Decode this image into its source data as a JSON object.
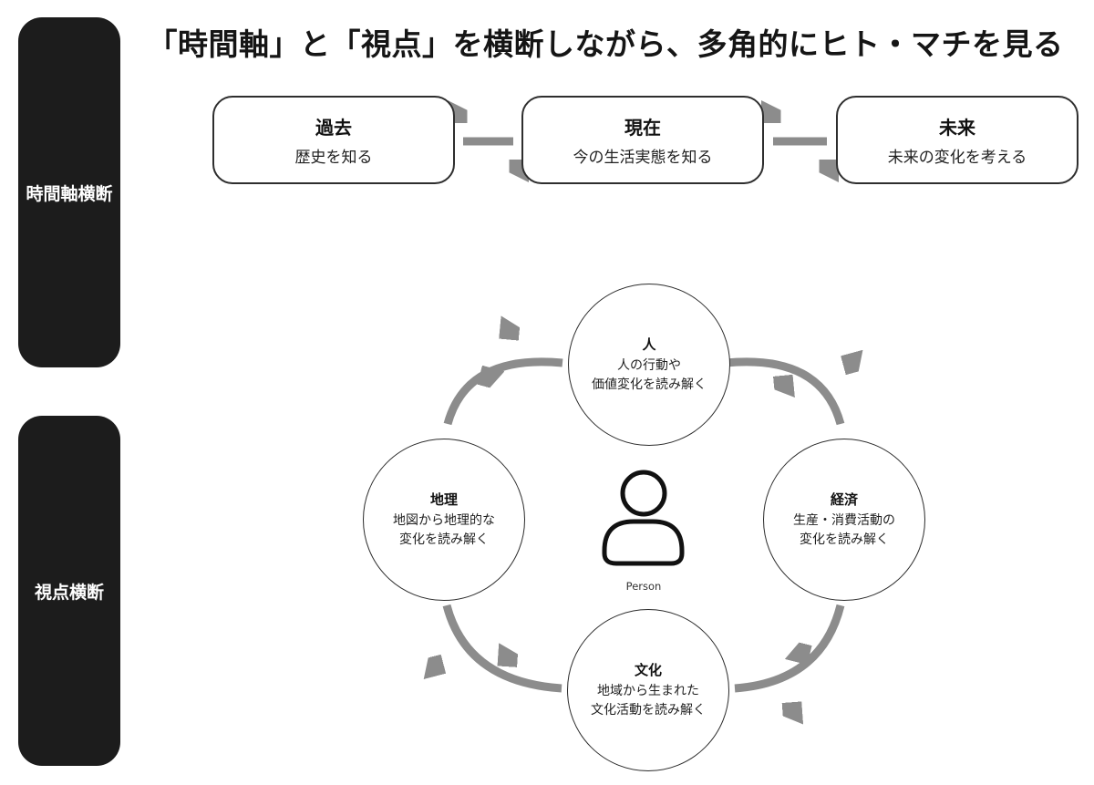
{
  "title": "「時間軸」と「視点」を横断しながら、多角的にヒト・マチを見る",
  "side_panels": {
    "time_axis": {
      "label": "時間軸横断"
    },
    "viewpoint": {
      "label": "視点横断"
    }
  },
  "timeline": {
    "boxes": [
      {
        "title": "過去",
        "subtitle": "歴史を知る"
      },
      {
        "title": "現在",
        "subtitle": "今の生活実態を知る"
      },
      {
        "title": "未来",
        "subtitle": "未来の変化を考える"
      }
    ]
  },
  "perspectives": {
    "center_label": "Person",
    "circles": [
      {
        "name": "人",
        "lines": [
          "人の行動や",
          "価値変化を読み解く"
        ]
      },
      {
        "name": "経済",
        "lines": [
          "生産・消費活動の",
          "変化を読み解く"
        ]
      },
      {
        "name": "文化",
        "lines": [
          "地域から生まれた",
          "文化活動を読み解く"
        ]
      },
      {
        "name": "地理",
        "lines": [
          "地図から地理的な",
          "変化を読み解く"
        ]
      }
    ]
  },
  "colors": {
    "arrow": "#8c8c8c",
    "panel_bg": "#1c1c1c",
    "outline": "#2e2e2e",
    "background": "#ffffff"
  }
}
